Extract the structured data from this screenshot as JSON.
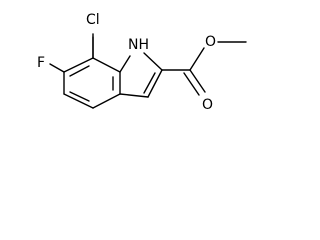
{
  "molecule": {
    "atoms": {
      "cl": "Cl",
      "f": "F",
      "nh": "NH",
      "o_carbonyl": "O",
      "o_ester": "O"
    }
  }
}
